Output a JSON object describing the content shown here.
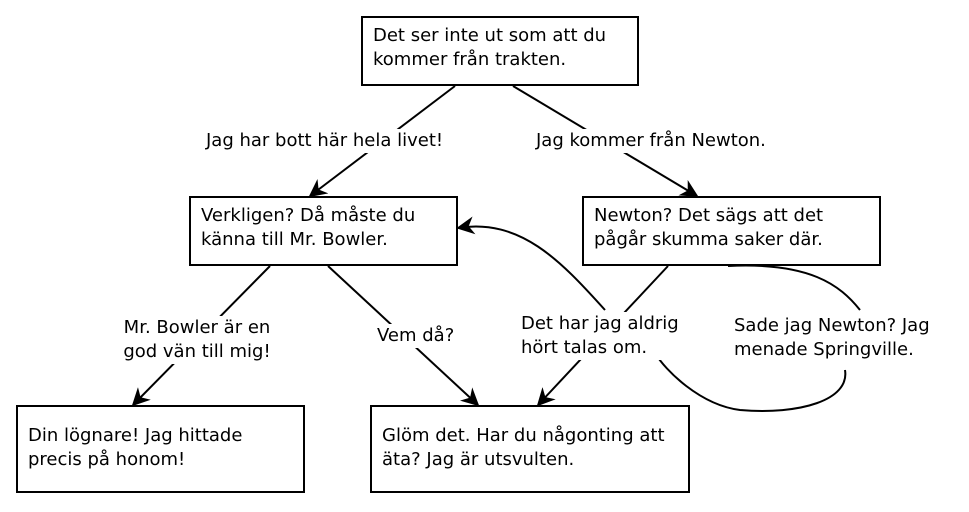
{
  "nodes": {
    "start": "Det ser inte ut som att du kommer från trakten.",
    "verkligen": "Verkligen? Då måste du känna till Mr. Bowler.",
    "newton": "Newton? Det sägs att det pågår skumma saker där.",
    "lognare": "Din lögnare! Jag hittade precis på honom!",
    "glom": "Glöm det. Har du någonting att äta? Jag är utsvulten."
  },
  "edges": {
    "bott_har": "Jag har bott här hela livet!",
    "fran_newton": "Jag kommer från Newton.",
    "bowler_van": "Mr. Bowler är en god vän till mig!",
    "vem_da": "Vem då?",
    "aldrig_hort": "Det har jag aldrig hört talas om.",
    "sade_jag": "Sade jag Newton? Jag menade Springville."
  }
}
